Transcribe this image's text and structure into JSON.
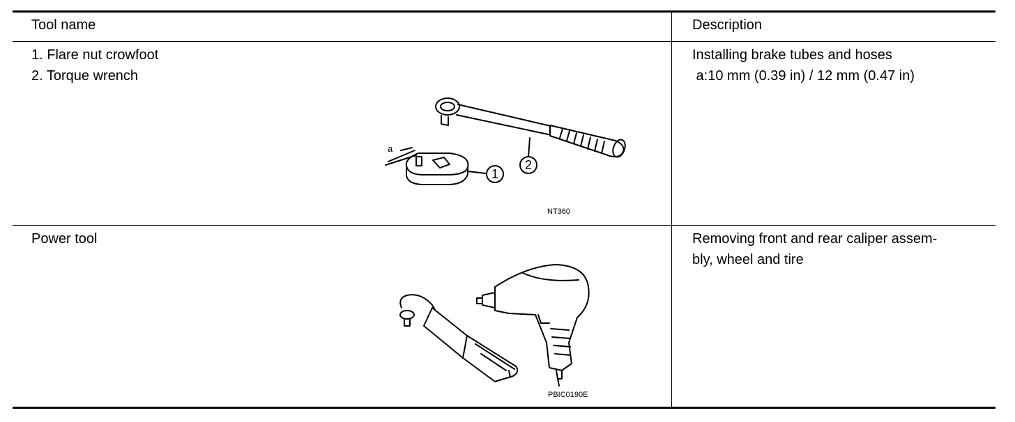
{
  "table": {
    "headers": {
      "tool_name": "Tool name",
      "description": "Description"
    },
    "rows": [
      {
        "name_lines": [
          "1. Flare nut crowfoot",
          "2. Torque wrench"
        ],
        "description_lines": [
          "Installing brake tubes and hoses",
          " a:10 mm (0.39 in) / 12 mm (0.47 in)"
        ],
        "figure": {
          "code": "NT360",
          "label_a": "a",
          "callout_1": "1",
          "callout_2": "2"
        }
      },
      {
        "name_lines": [
          "Power tool"
        ],
        "description_lines": [
          "Removing front and rear caliper assem-",
          "bly, wheel and tire"
        ],
        "figure": {
          "code": "PBIC0190E"
        }
      }
    ]
  }
}
